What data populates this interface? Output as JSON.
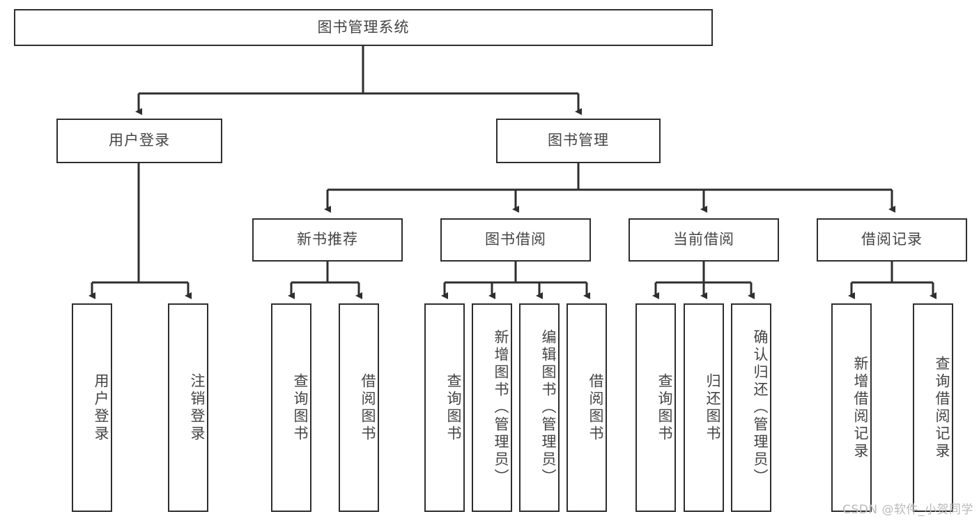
{
  "diagram": {
    "title": "图书管理系统",
    "watermark": "CSDN @软件_小贺同学",
    "line_color": "#2e2e2e",
    "text_color": "#444444",
    "box_fill": "#ffffff",
    "watermark_color": "#b9b9b9"
  },
  "root": {
    "label": "图书管理系统"
  },
  "level2": [
    {
      "label": "用户登录"
    },
    {
      "label": "图书管理"
    }
  ],
  "level3": [
    {
      "label": "新书推荐"
    },
    {
      "label": "图书借阅"
    },
    {
      "label": "当前借阅"
    },
    {
      "label": "借阅记录"
    }
  ],
  "leaves": {
    "user_login": [
      {
        "label": "用户登录"
      },
      {
        "label": "注销登录"
      }
    ],
    "new_book": [
      {
        "label": "查询图书"
      },
      {
        "label": "借阅图书"
      }
    ],
    "book_borrow": [
      {
        "label": "查询图书"
      },
      {
        "label": "新增图书（管理员）"
      },
      {
        "label": "编辑图书（管理员）"
      },
      {
        "label": "借阅图书"
      }
    ],
    "current_borrow": [
      {
        "label": "查询图书"
      },
      {
        "label": "归还图书"
      },
      {
        "label": "确认归还（管理员）"
      }
    ],
    "borrow_record": [
      {
        "label": "新增借阅记录"
      },
      {
        "label": "查询借阅记录"
      }
    ]
  }
}
